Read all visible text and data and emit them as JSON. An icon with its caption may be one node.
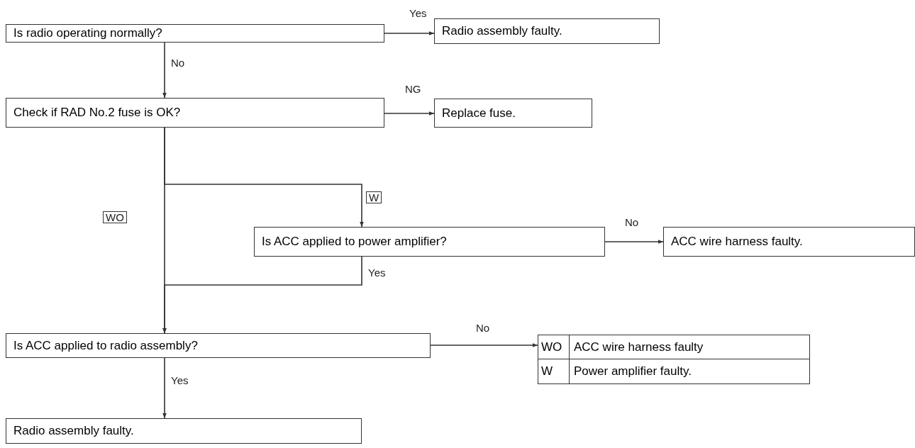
{
  "diagram": {
    "nodes": [
      {
        "text": [
          "Is radio operating normally?"
        ]
      },
      {
        "text": [
          "Radio assembly faulty."
        ]
      },
      {
        "text": [
          "Check if RAD No.2 fuse is OK?"
        ]
      },
      {
        "text": [
          "Replace fuse."
        ]
      },
      {
        "text": [
          "Is ACC applied to power amplifier?"
        ]
      },
      {
        "text": [
          "ACC wire harness faulty."
        ]
      },
      {
        "text": [
          "Is ACC applied to radio assembly?"
        ]
      },
      {
        "text": [
          "WO",
          "ACC wire harness faulty",
          "W",
          "Power amplifier faulty."
        ]
      },
      {
        "text": [
          "Radio assembly faulty."
        ]
      }
    ],
    "edges": [
      {
        "from": 0,
        "to": 1,
        "arrow": "to",
        "label": "Yes"
      },
      {
        "from": 0,
        "to": 2,
        "arrow": "to",
        "label": "No"
      },
      {
        "from": 2,
        "to": 3,
        "arrow": "to",
        "label": "NG"
      },
      {
        "from": 2,
        "to": 4,
        "arrow": "to",
        "label": "W"
      },
      {
        "from": 2,
        "to": 6,
        "arrow": "to",
        "label": "WO"
      },
      {
        "from": 4,
        "to": 5,
        "arrow": "to",
        "label": "No"
      },
      {
        "from": 4,
        "to": 6,
        "arrow": "to",
        "label": "Yes"
      },
      {
        "from": 6,
        "to": 7,
        "arrow": "to",
        "label": "No"
      },
      {
        "from": 6,
        "to": 8,
        "arrow": "to",
        "label": "Yes"
      }
    ]
  }
}
